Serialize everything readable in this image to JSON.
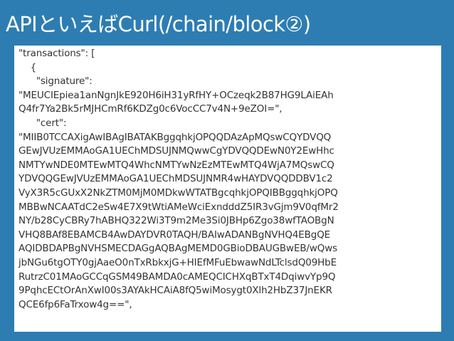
{
  "slide": {
    "title": "APIといえばCurl(/chain/block②)"
  },
  "code": {
    "lines": [
      "\"transactions\": [",
      "    {",
      "      \"signature\":",
      "\"MEUCIEpiea1anNgnJkE920H6iH31yRfHY+OCzeqk2B87HG9LAiEAh",
      "Q4fr7Ya2Bk5rMJHCmRf6KDZg0c6VocCC7v4N+9eZOI=\",",
      "      \"cert\":",
      "\"MIIB0TCCAXigAwIBAgIBATAKBggqhkjOPQQDAzApMQswCQYDVQQ",
      "GEwJVUzEMMAoGA1UEChMDSUJNMQwwCgYDVQQDEwN0Y2EwHhc",
      "NMTYwNDE0MTEwMTQ4WhcNMTYwNzEzMTEwMTQ4WjA7MQswCQ",
      "YDVQQGEwJVUzEMMAoGA1UEChMDSUJNMR4wHAYDVQQDDBV1c2",
      "VyX3R5cGUxX2NkZTM0MjM0MDkwWTATBgcqhkjOPQIBBggqhkjOPQ",
      "MBBwNCAATdC2eSw4E7X9tWtiAMeWciExndddZ5IR3vGjm9V0qfMr2",
      "NY/b28CyCBRy7hABHQ322Wi3T9m2Me3Si0JBHp6Zgo38wfTAOBgN",
      "VHQ8BAf8EBAMCB4AwDAYDVR0TAQH/BAIwADANBgNVHQ4EBgQE",
      "AQIDBDAPBgNVHSMECDAGgAQBAgMEMD0GBioDBAUGBwEB/wQws",
      "jbNGu6tgOTY0gjAaeO0nTxRbkxjG+HIEfMFuEbwawNdLTclsdQ09HbE",
      "RutrzC01MAoGCCqGSM49BAMDA0cAMEQCICHXqBTxT4DqiwvYp9Q",
      "9PqhcECtOrAnXwI00s3AYAkHCAiA8fQ5wiMosygt0Xlh2HbZ37JnEKR",
      "QCE6fp6FaTrxow4g==\","
    ]
  }
}
